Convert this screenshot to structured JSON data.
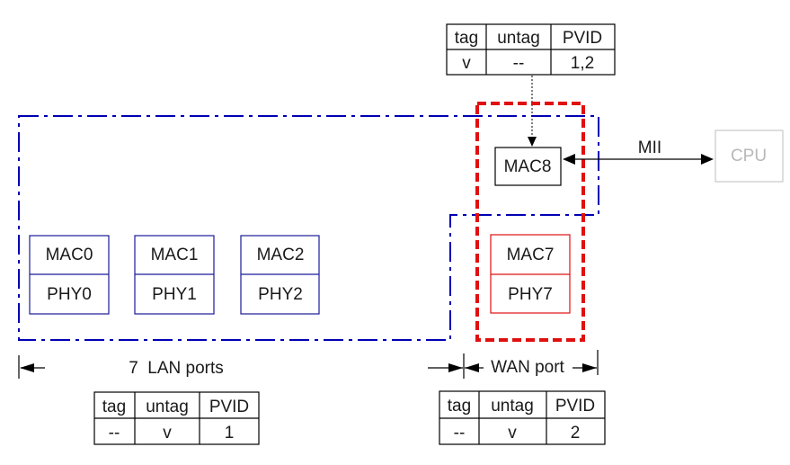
{
  "colors": {
    "lan_group": "#0000b4",
    "wan_group": "#e01010",
    "cpu": "#b8b8b8",
    "text": "#1a1a1a"
  },
  "tables": {
    "cpu_port": {
      "headers": [
        "tag",
        "untag",
        "PVID"
      ],
      "row": [
        "v",
        "--",
        "1,2"
      ]
    },
    "lan_ports": {
      "headers": [
        "tag",
        "untag",
        "PVID"
      ],
      "row": [
        "--",
        "v",
        "1"
      ]
    },
    "wan_port": {
      "headers": [
        "tag",
        "untag",
        "PVID"
      ],
      "row": [
        "--",
        "v",
        "2"
      ]
    }
  },
  "ports": {
    "lan": [
      {
        "mac": "MAC0",
        "phy": "PHY0"
      },
      {
        "mac": "MAC1",
        "phy": "PHY1"
      },
      {
        "mac": "MAC2",
        "phy": "PHY2"
      }
    ],
    "wan": {
      "mac": "MAC7",
      "phy": "PHY7"
    },
    "cpu_mac": "MAC8"
  },
  "cpu_label": "CPU",
  "link_label": "MII",
  "labels": {
    "lan_span": "7  LAN ports",
    "wan_span": "WAN port"
  }
}
